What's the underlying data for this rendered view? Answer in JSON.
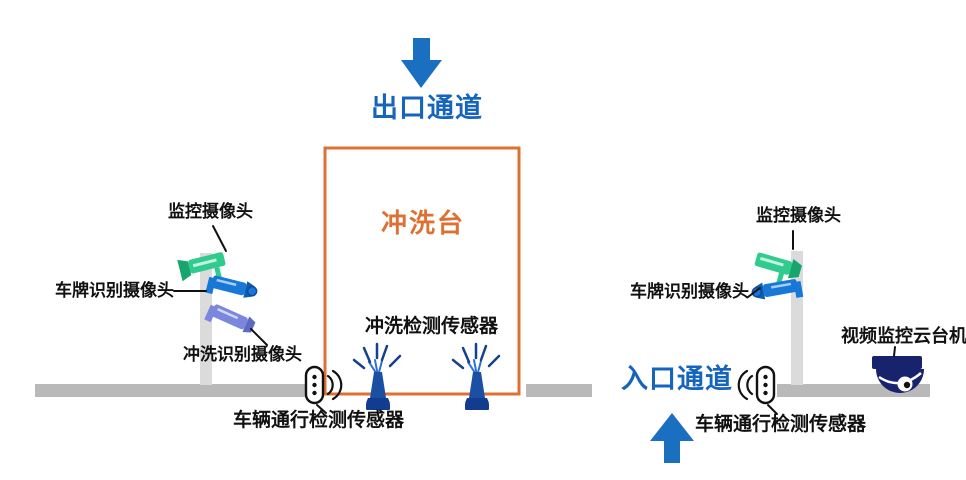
{
  "flow": {
    "exit_label": "出口通道",
    "entrance_label": "入口通道"
  },
  "wash_bay": {
    "title": "冲洗台",
    "spray_sensor_label": "冲洗检测传感器"
  },
  "left_pole": {
    "monitor_camera": "监控摄像头",
    "plate_camera": "车牌识别摄像头",
    "wash_camera": "冲洗识别摄像头"
  },
  "right_pole": {
    "monitor_camera": "监控摄像头",
    "plate_camera": "车牌识别摄像头",
    "ptz_camera": "视频监控云台机"
  },
  "sensors": {
    "left_vehicle": "车辆通行检测传感器",
    "right_vehicle": "车辆通行检测传感器"
  },
  "colors": {
    "flow_blue": "#1565bd",
    "arrow_blue": "#1b6fc0",
    "wash_orange": "#dd7133",
    "label_black": "#111111",
    "road_gray": "#b9b9b9",
    "pole_gray": "#dbdbdb",
    "camera_green": "#2fcc8e",
    "camera_blue": "#1878d8",
    "camera_purple": "#7b87dc",
    "device_navy": "#18236e",
    "sprinkler_navy": "#1a4fa3"
  },
  "icons": {
    "down_arrow": "down-arrow-icon",
    "up_arrow": "up-arrow-icon",
    "cctv_camera": "camera-icon",
    "dome_camera": "ptz-dome-camera-icon",
    "sprinkler": "sprinkler-icon",
    "ultrasonic_sensor": "vehicle-sensor-icon"
  }
}
